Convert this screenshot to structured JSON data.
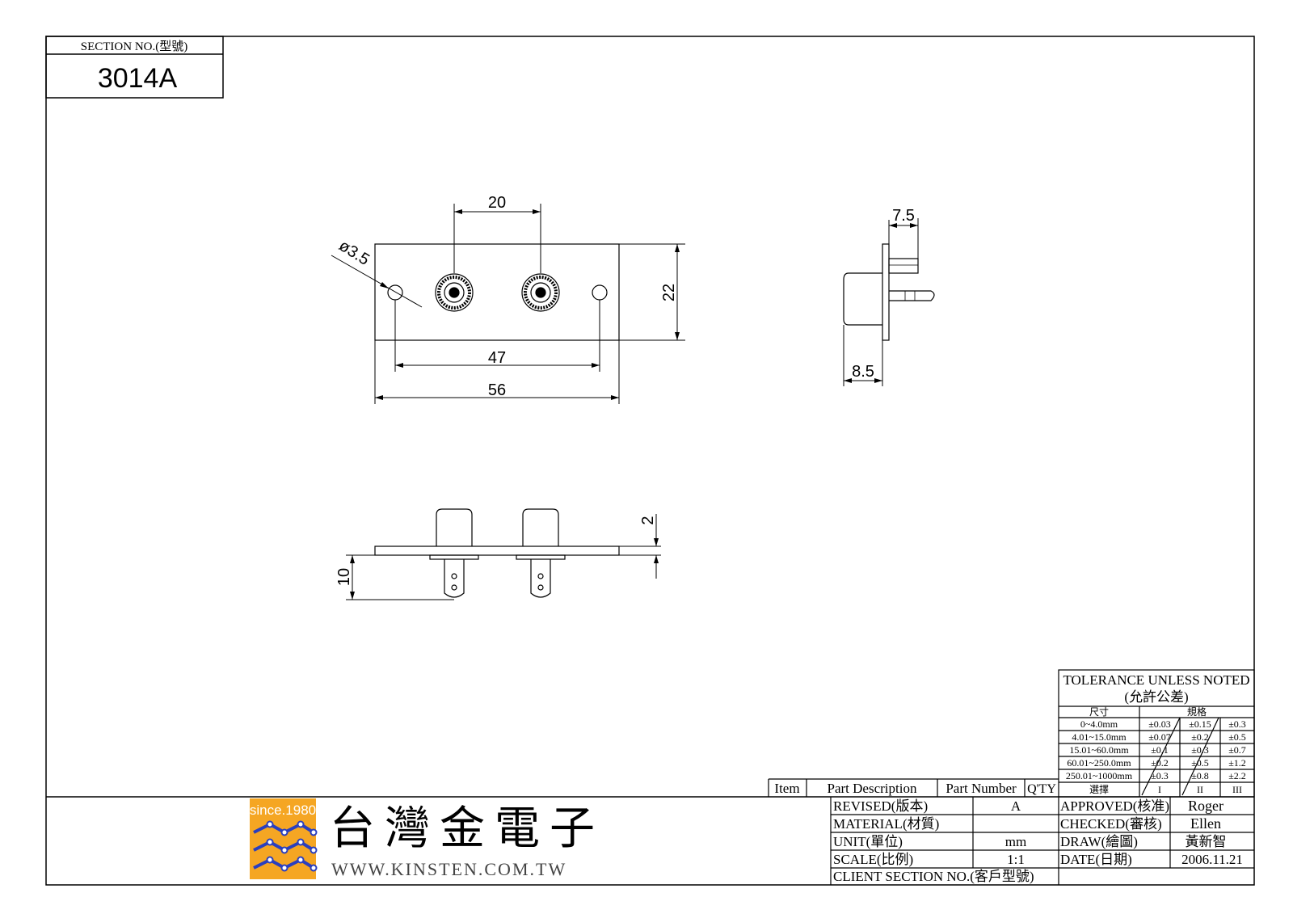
{
  "section": {
    "label": "SECTION NO.(型號)",
    "value": "3014A"
  },
  "dimensions": {
    "top": {
      "d20": "20",
      "d35": "ø3.5",
      "d22": "22",
      "d47": "47",
      "d56": "56"
    },
    "side": {
      "d75": "7.5",
      "d85": "8.5"
    },
    "front": {
      "d2": "2",
      "d10": "10"
    }
  },
  "company": {
    "since": "since.1980",
    "name": "台灣金電子",
    "website": "WWW.KINSTEN.COM.TW",
    "accent": "#f5a623",
    "logo_blue": "#2a3fbf"
  },
  "tolerance": {
    "title": "TOLERANCE UNLESS NOTED",
    "subtitle": "(允許公差)",
    "col_size": "尺寸",
    "col_spec": "規格",
    "rows": [
      {
        "range": "0~4.0mm",
        "i": "±0.03",
        "ii": "±0.15",
        "iii": "±0.3"
      },
      {
        "range": "4.01~15.0mm",
        "i": "±0.07",
        "ii": "±0.2",
        "iii": "±0.5"
      },
      {
        "range": "15.01~60.0mm",
        "i": "±0.1",
        "ii": "±0.3",
        "iii": "±0.7"
      },
      {
        "range": "60.01~250.0mm",
        "i": "±0.2",
        "ii": "±0.5",
        "iii": "±1.2"
      },
      {
        "range": "250.01~1000mm",
        "i": "±0.3",
        "ii": "±0.8",
        "iii": "±2.2"
      }
    ],
    "select": {
      "label": "選擇",
      "i": "I",
      "ii": "II",
      "iii": "III"
    }
  },
  "parts_header": {
    "item": "Item",
    "desc": "Part Description",
    "number": "Part Number",
    "qty": "Q'TY"
  },
  "info": {
    "revised_label": "REVISED(版本)",
    "revised_value": "A",
    "material_label": "MATERIAL(材質)",
    "material_value": "",
    "unit_label": "UNIT(單位)",
    "unit_value": "mm",
    "scale_label": "SCALE(比例)",
    "scale_value": "1:1",
    "client_label": "CLIENT SECTION NO.(客戶型號)",
    "approved_label": "APPROVED(核准)",
    "approved_value": "Roger",
    "checked_label": "CHECKED(審核)",
    "checked_value": "Ellen",
    "draw_label": "DRAW(繪圖)",
    "draw_value": "黃新智",
    "date_label": "DATE(日期)",
    "date_value": "2006.11.21"
  }
}
